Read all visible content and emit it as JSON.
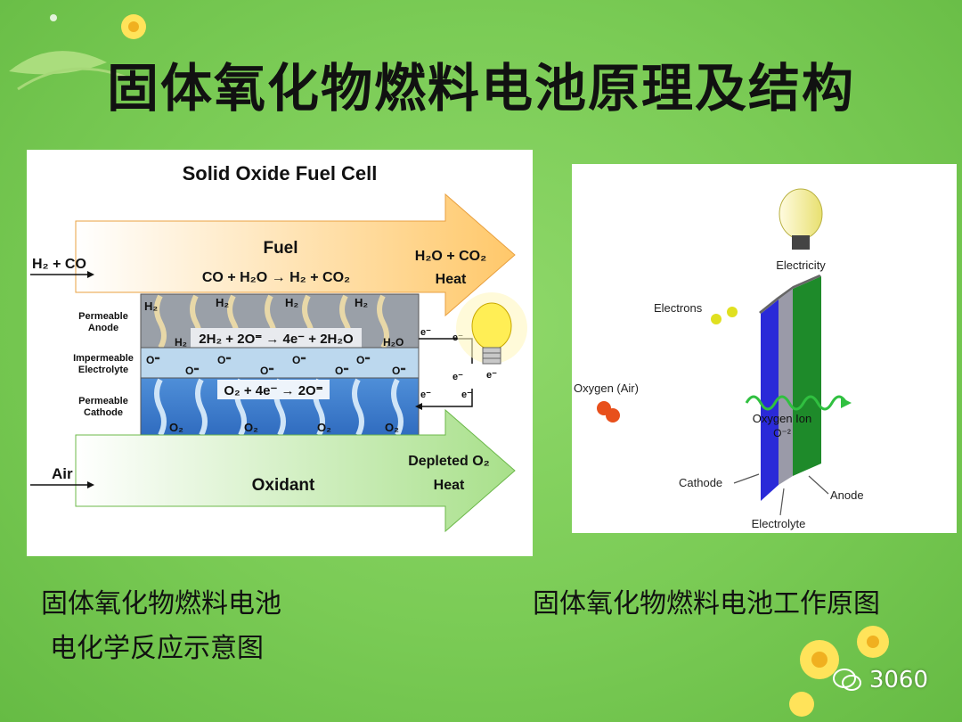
{
  "slide": {
    "title": "固体氧化物燃料电池原理及结构",
    "caption_left_line1": "固体氧化物燃料电池",
    "caption_left_line2": "电化学反应示意图",
    "caption_right": "固体氧化物燃料电池工作原图",
    "watermark": "3060"
  },
  "left_diagram": {
    "title": "Solid Oxide Fuel Cell",
    "fuel_label": "Fuel",
    "fuel_in": "H₂ + CO",
    "shift_reaction": "CO + H₂O  →  H₂ + CO₂",
    "fuel_out_1": "H₂O + CO₂",
    "fuel_out_2": "Heat",
    "anode_label_1": "Permeable",
    "anode_label_2": "Anode",
    "electrolyte_label_1": "Impermeable",
    "electrolyte_label_2": "Electrolyte",
    "cathode_label_1": "Permeable",
    "cathode_label_2": "Cathode",
    "h2": "H₂",
    "h2o": "H₂O",
    "o2": "O₂",
    "oxide_ion": "O⁼",
    "electron": "e⁻",
    "anode_reaction": "2H₂ + 2O⁼ → 4e⁻ + 2H₂O",
    "cathode_reaction": "O₂ + 4e⁻ → 2O⁼",
    "air_in": "Air",
    "oxidant_label": "Oxidant",
    "air_out_1": "Depleted O₂",
    "air_out_2": "Heat"
  },
  "right_diagram": {
    "electricity": "Electricity",
    "electrons": "Electrons",
    "oxygen_air": "Oxygen (Air)",
    "oxygen_ion": "Oxygen Ion",
    "oxygen_ion_symbol": "O⁻²",
    "cathode": "Cathode",
    "anode": "Anode",
    "electrolyte": "Electrolyte"
  }
}
